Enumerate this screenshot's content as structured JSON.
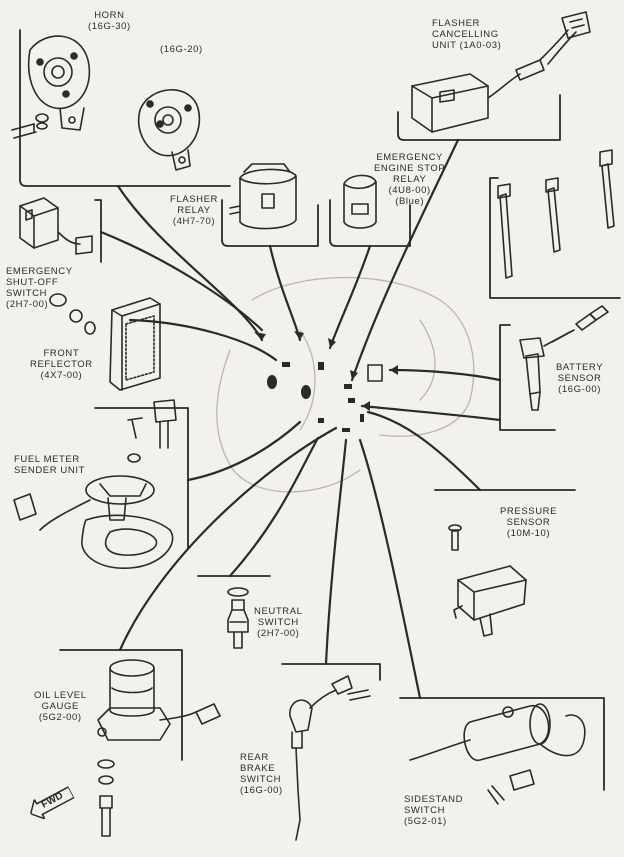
{
  "colors": {
    "ink": "#2a2a2a",
    "paper": "#f3f1ec",
    "ghost": "#b9b6ae"
  },
  "fwd_arrow": "FWD",
  "components": {
    "horn": {
      "name": "HORN",
      "code": "(16G-30)"
    },
    "horn_alt": {
      "code": "(16G-20)"
    },
    "flasher_cancelling_unit": {
      "line1": "FLASHER",
      "line2": "CANCELLING",
      "line3": "UNIT (1A0-03)"
    },
    "flasher_relay": {
      "line1": "FLASHER",
      "line2": "RELAY",
      "code": "(4H7-70)"
    },
    "emergency_engine_stop_relay": {
      "line1": "EMERGENCY",
      "line2": "ENGINE STOP",
      "line3": "RELAY",
      "code": "(4U8-00)",
      "variant": "(Blue)"
    },
    "emergency_shutoff_switch": {
      "line1": "EMERGENCY",
      "line2": "SHUT-OFF",
      "line3": "SWITCH",
      "code": "(2H7-00)"
    },
    "front_reflector": {
      "line1": "FRONT",
      "line2": "REFLECTOR",
      "code": "(4X7-00)"
    },
    "battery_sensor": {
      "line1": "BATTERY",
      "line2": "SENSOR",
      "code": "(16G-00)"
    },
    "fuel_meter_sender_unit": {
      "line1": "FUEL METER",
      "line2": "SENDER UNIT"
    },
    "pressure_sensor": {
      "line1": "PRESSURE",
      "line2": "SENSOR",
      "code": "(10M-10)"
    },
    "neutral_switch": {
      "line1": "NEUTRAL",
      "line2": "SWITCH",
      "code": "(2H7-00)"
    },
    "oil_level_gauge": {
      "line1": "OIL LEVEL",
      "line2": "GAUGE",
      "code": "(5G2-00)"
    },
    "rear_brake_switch": {
      "line1": "REAR",
      "line2": "BRAKE",
      "line3": "SWITCH",
      "code": "(16G-00)"
    },
    "sidestand_switch": {
      "line1": "SIDESTAND",
      "line2": "SWITCH",
      "code": "(5G2-01)"
    }
  }
}
